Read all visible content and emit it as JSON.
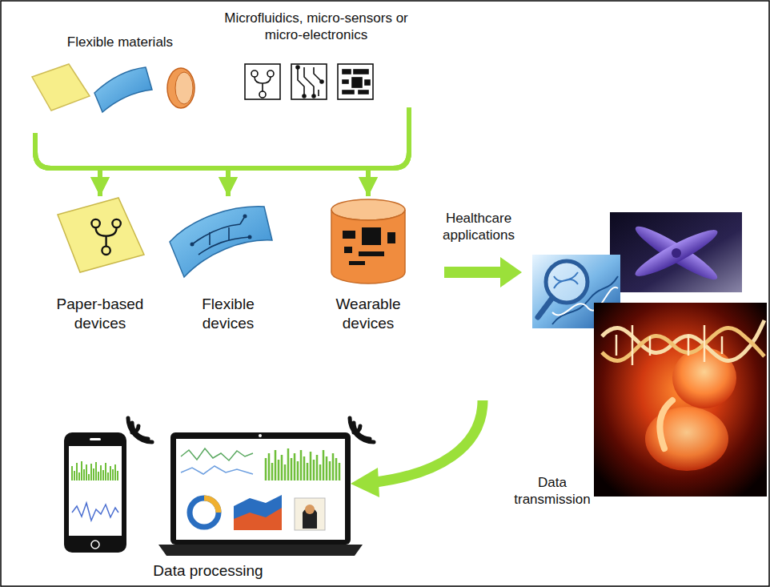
{
  "diagram": {
    "nodes": [
      {
        "text": [
          "Flexible materials"
        ]
      },
      {
        "text": [
          "Microfluidics, micro-sensors or micro-electronics"
        ]
      },
      {
        "text": [
          "Paper-based devices"
        ]
      },
      {
        "text": [
          "Flexible devices"
        ]
      },
      {
        "text": [
          "Wearable devices"
        ]
      },
      {
        "text": [
          "Data processing"
        ]
      }
    ],
    "edges": [
      {
        "from": 0,
        "to": 2,
        "arrow": "to"
      },
      {
        "from": 0,
        "to": 3,
        "arrow": "to"
      },
      {
        "from": 0,
        "to": 4,
        "arrow": "to"
      },
      {
        "from": 1,
        "to": 2,
        "arrow": "to"
      },
      {
        "from": 1,
        "to": 3,
        "arrow": "to"
      },
      {
        "from": 1,
        "to": 4,
        "arrow": "to"
      }
    ],
    "labels": [
      "Healthcare applications",
      "Data transmission"
    ]
  }
}
